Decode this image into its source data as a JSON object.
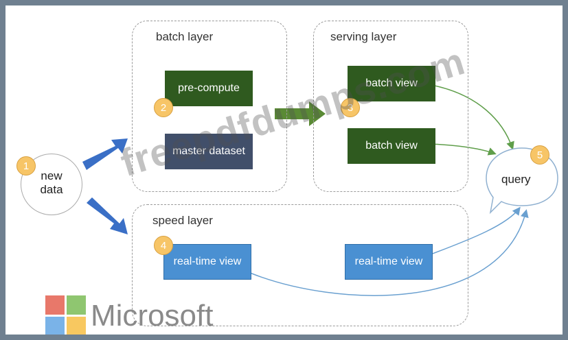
{
  "diagram": {
    "batch_layer": {
      "title": "batch layer",
      "pre_compute": "pre-compute",
      "master_dataset": "master dataset",
      "badge": "2"
    },
    "serving_layer": {
      "title": "serving layer",
      "batch_view_1": "batch view",
      "batch_view_2": "batch view",
      "badge": "3"
    },
    "speed_layer": {
      "title": "speed layer",
      "realtime_view_1": "real-time view",
      "realtime_view_2": "real-time view",
      "badge": "4"
    },
    "new_data": {
      "line1": "new",
      "line2": "data",
      "badge": "1"
    },
    "query": {
      "label": "query",
      "badge": "5"
    }
  },
  "watermark": "freepdfdumps.com",
  "logo": {
    "text": "Microsoft"
  },
  "colors": {
    "frame": "#6f8090",
    "dark_green": "#2f5a1f",
    "navy": "#414f6a",
    "blue": "#4a90d2",
    "badge": "#f7c567",
    "arrow_blue": "#3a6fc6",
    "arrow_green": "#5a8a35",
    "connector": "#5f9e4a",
    "connector_blue": "#6aa0d0"
  }
}
